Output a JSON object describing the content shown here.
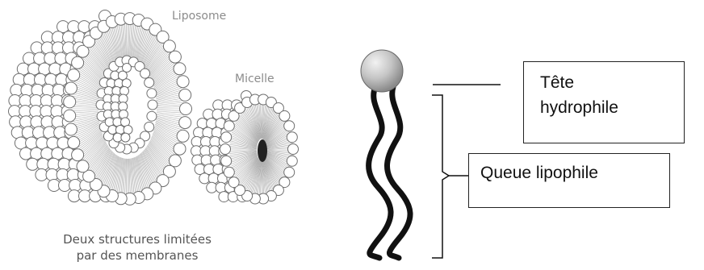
{
  "labels": {
    "liposome": "Liposome",
    "micelle": "Micelle",
    "caption_line1": "Deux structures limitées",
    "caption_line2": "par des membranes",
    "head_line1": "Tête",
    "head_line2": "hydrophile",
    "tail": "Queue lipophile"
  },
  "colors": {
    "sphere_fill": "#ffffff",
    "sphere_stroke": "#6e6e6e",
    "tail_hatch": "#b0b0b0",
    "head_gray": "#bdbdbd",
    "tail_black": "#111111",
    "label_gray": "#8c8c8c"
  }
}
